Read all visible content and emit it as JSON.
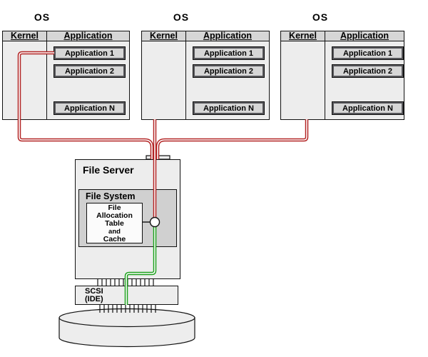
{
  "colors": {
    "red_line": "#b22222",
    "green_line": "#1ca01c",
    "line_gap": "#ffffff",
    "outline": "#111111",
    "box_fill": "#ededed",
    "header_fill": "#d6d6d6",
    "app_fill": "#d6d6d6",
    "file_system_fill": "#d0d0d0",
    "fat_fill": "#fbfbfb"
  },
  "os_nodes": [
    {
      "title": "OS",
      "kernel_label": "Kernel",
      "application_label": "Application",
      "applications": [
        "Application 1",
        "Application 2",
        "Application N"
      ]
    },
    {
      "title": "OS",
      "kernel_label": "Kernel",
      "application_label": "Application",
      "applications": [
        "Application 1",
        "Application 2",
        "Application N"
      ]
    },
    {
      "title": "OS",
      "kernel_label": "Kernel",
      "application_label": "Application",
      "applications": [
        "Application 1",
        "Application 2",
        "Application N"
      ]
    }
  ],
  "file_server": {
    "title": "File Server",
    "file_system": {
      "title": "File System",
      "fat_lines": [
        "File",
        "Allocation",
        "Table",
        "and",
        "Cache"
      ]
    }
  },
  "storage_interface": {
    "line1": "SCSI",
    "line2": "(IDE)"
  }
}
